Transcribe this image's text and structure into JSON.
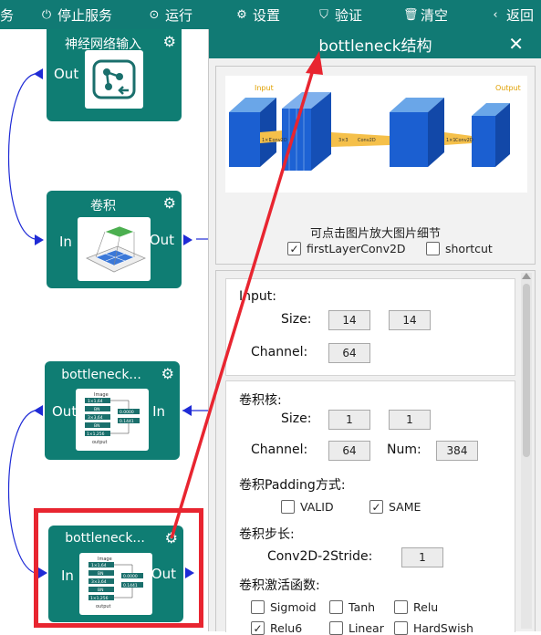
{
  "toolbar": {
    "item0": "务",
    "stop_service": "停止服务",
    "run": "运行",
    "settings": "设置",
    "verify": "验证",
    "clear": "清空",
    "back": "返回"
  },
  "nodes": {
    "input": {
      "title": "神经网络输入",
      "out": "Out"
    },
    "conv": {
      "title": "卷积",
      "in": "In",
      "out": "Out"
    },
    "bottleneck1": {
      "title": "bottleneck...",
      "out": "Out",
      "in": "In"
    },
    "bottleneck2": {
      "title": "bottleneck...",
      "in": "In",
      "out": "Out"
    }
  },
  "thumb_text": {
    "image": "Image",
    "r1": "1×1,64",
    "bn": "BN",
    "r2": "3×3,64",
    "r3": "1×1,256",
    "v1": "0.0000",
    "v2": "0.1441",
    "output": "output"
  },
  "panel": {
    "title": "bottleneck结构",
    "close": "✕",
    "diagram": {
      "input": "Input",
      "output": "Output",
      "l1": "1×1",
      "l2": "Conv2D",
      "l3": "3×3",
      "l4": "Conv2D",
      "l5": "1×1",
      "l6": "Conv2D"
    },
    "caption": "可点击图片放大图片细节",
    "first_layer": "firstLayerConv2D",
    "shortcut": "shortcut",
    "input_section": {
      "title": "Input:",
      "size_label": "Size:",
      "size_w": "14",
      "size_h": "14",
      "channel_label": "Channel:",
      "channel": "64"
    },
    "kernel_section": {
      "title": "卷积核:",
      "size_label": "Size:",
      "size_w": "1",
      "size_h": "1",
      "channel_label": "Channel:",
      "channel": "64",
      "num_label": "Num:",
      "num": "384",
      "padding_title": "卷积Padding方式:",
      "valid": "VALID",
      "same": "SAME",
      "stride_title": "卷积步长:",
      "stride_label": "Conv2D-2Stride:",
      "stride": "1",
      "activation_title": "卷积激活函数:",
      "sigmoid": "Sigmoid",
      "tanh": "Tanh",
      "relu": "Relu",
      "relu6": "Relu6",
      "linear": "Linear",
      "hardswish": "HardSwish"
    }
  },
  "colors": {
    "teal": "#117a74",
    "node": "#0f7d73",
    "highlight": "#e82530",
    "link": "#1f2bd6"
  }
}
